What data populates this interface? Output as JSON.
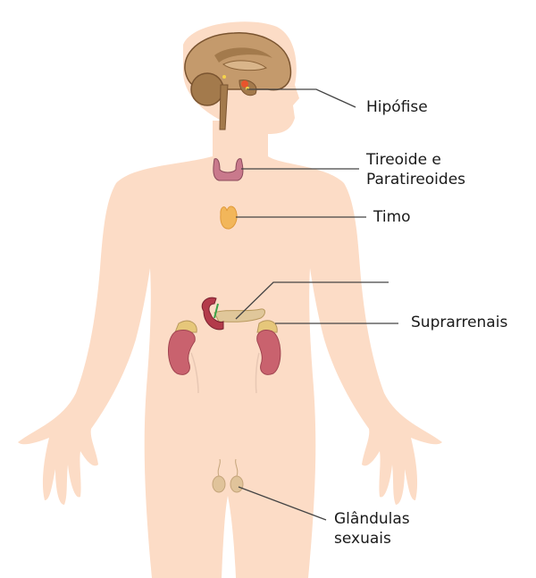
{
  "diagram": {
    "type": "anatomy-endocrine-system",
    "colors": {
      "skin": "#fcdcc6",
      "brain": "#c49a6c",
      "brain_dark": "#8a6238",
      "thyroid": "#c9798c",
      "thymus": "#f2b65a",
      "kidney": "#c9626e",
      "adrenal": "#e6c77a",
      "pancreas": "#e0c79a",
      "gonad": "#e0c39a",
      "pituitary": "#e8542c",
      "leader_line": "#444444"
    },
    "labels": [
      {
        "id": "pituitary",
        "lines": [
          "Hipófise"
        ]
      },
      {
        "id": "thyroid",
        "lines": [
          "Tireoide e",
          "Paratireoides"
        ]
      },
      {
        "id": "thymus",
        "lines": [
          "Timo"
        ]
      },
      {
        "id": "pancreas",
        "lines": []
      },
      {
        "id": "adrenal",
        "lines": [
          "Suprarrenais"
        ]
      },
      {
        "id": "gonads",
        "lines": [
          "Glândulas",
          "sexuais"
        ]
      }
    ]
  }
}
